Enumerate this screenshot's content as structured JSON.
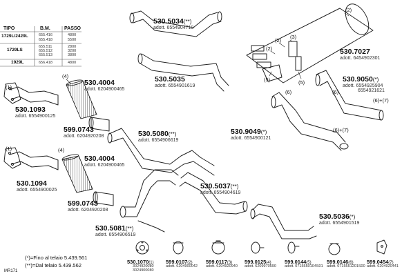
{
  "table": {
    "headers": [
      "TIPO",
      "B.M.",
      "PASSO"
    ],
    "rows": [
      {
        "tipo": "1729L/2429L",
        "bm": [
          "655.416",
          "655.418"
        ],
        "passo": [
          "4800",
          "5500"
        ]
      },
      {
        "tipo": "1729LS",
        "bm": [
          "655.511",
          "655.512",
          "655.513"
        ],
        "passo": [
          "2800",
          "3200",
          "3800"
        ]
      },
      {
        "tipo": "1929L",
        "bm": [
          "656.418"
        ],
        "passo": [
          "4800"
        ]
      }
    ]
  },
  "parts": [
    {
      "id": "p1",
      "number": "530.5034",
      "suffix": "(**)",
      "adott": "adott. 6554904719"
    },
    {
      "id": "p2",
      "number": "530.7027",
      "suffix": "",
      "adott": "adott. 6454902301"
    },
    {
      "id": "p3",
      "number": "530.4004",
      "suffix": "",
      "adott": "adott. 6204900465"
    },
    {
      "id": "p4",
      "number": "530.5035",
      "suffix": "",
      "adott": "adott. 6554901619"
    },
    {
      "id": "p5",
      "number": "530.9050",
      "suffix": "(*)",
      "adott": "adott. 6554925904",
      "adott2": "6554921621"
    },
    {
      "id": "p6",
      "number": "530.1093",
      "suffix": "",
      "adott": "adott. 6554900125"
    },
    {
      "id": "p7",
      "number": "599.0743",
      "suffix": "",
      "adott": "adott. 6204920208"
    },
    {
      "id": "p8",
      "number": "530.5080",
      "suffix": "(**)",
      "adott": "adott. 6554906619"
    },
    {
      "id": "p9",
      "number": "530.9049",
      "suffix": "(*)",
      "adott": "adott. 6554900121"
    },
    {
      "id": "p10",
      "number": "530.4004",
      "suffix": "",
      "adott": "adott. 6204900465"
    },
    {
      "id": "p11",
      "number": "530.1094",
      "suffix": "",
      "adott": "adott. 6554900025"
    },
    {
      "id": "p12",
      "number": "530.5037",
      "suffix": "(**)",
      "adott": "adott. 6554904619"
    },
    {
      "id": "p13",
      "number": "599.0743",
      "suffix": "",
      "adott": "adott. 6204920208"
    },
    {
      "id": "p14",
      "number": "530.5036",
      "suffix": "(*)",
      "adott": "adott. 6554901519"
    },
    {
      "id": "p15",
      "number": "530.5081",
      "suffix": "(**)",
      "adott": "adott. 6554906519"
    }
  ],
  "small_parts": [
    {
      "number": "530.1070",
      "suffix": "(1)",
      "adott": "3024920080",
      "adott2": "3024900080"
    },
    {
      "number": "599.0107",
      "suffix": "(2)",
      "adott": "adott. 6204900042"
    },
    {
      "number": "599.0117",
      "suffix": "(3)",
      "adott": "adott. 6204920940"
    },
    {
      "number": "599.0125",
      "suffix": "(4)",
      "adott": "adott. 6209970590"
    },
    {
      "number": "599.0144",
      "suffix": "(5)",
      "adott": "adott. 0715550104S01"
    },
    {
      "number": "599.0146",
      "suffix": "(6)",
      "adott": "adott. 0715551201S00"
    },
    {
      "number": "599.0454",
      "suffix": "(7)",
      "adott": "adott. 6204920441"
    }
  ],
  "callouts": {
    "c1a": "(1)",
    "c1b": "(1)",
    "c2": "(2)",
    "c2b": "(2)",
    "c3": "(3)",
    "c4a": "(4)",
    "c4b": "(4)",
    "c5a": "(5)",
    "c5b": "(5)",
    "c6a": "(6)",
    "c6b": "(6)",
    "c67a": "(6)+(7)",
    "c67b": "(6)+(7)"
  },
  "notes": {
    "line1": "(*)=Fino al telaio 5.439.561",
    "line2": "(**)=Dal telaio 5.439.562"
  },
  "code": "MR171"
}
